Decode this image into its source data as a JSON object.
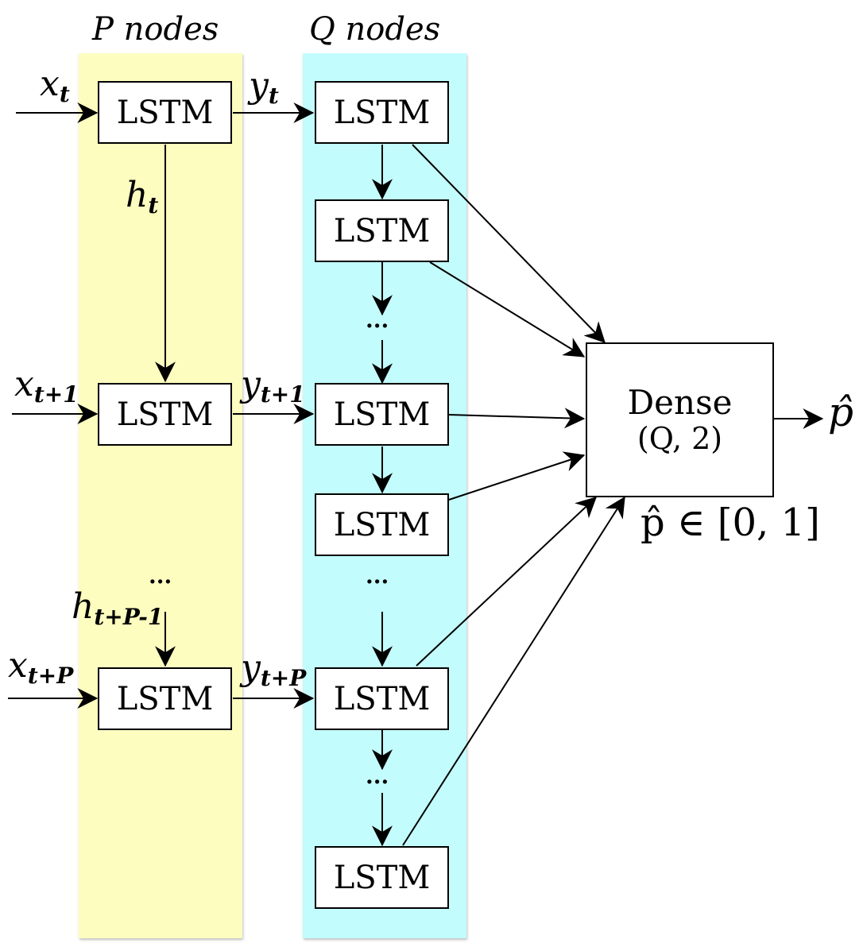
{
  "columns": {
    "p_title": "P nodes",
    "q_title": "Q nodes"
  },
  "lstm_label": "LSTM",
  "dense": {
    "name": "Dense",
    "params": "(Q, 2)"
  },
  "inputs": {
    "x_t": {
      "base": "x",
      "sub": "t"
    },
    "x_t1": {
      "base": "x",
      "sub": "t+1"
    },
    "x_tP": {
      "base": "x",
      "sub": "t+P"
    }
  },
  "outputs": {
    "y_t": {
      "base": "y",
      "sub": "t"
    },
    "y_t1": {
      "base": "y",
      "sub": "t+1"
    },
    "y_tP": {
      "base": "y",
      "sub": "t+P"
    }
  },
  "hidden": {
    "h_t": {
      "base": "h",
      "sub": "t"
    },
    "h_tP1": {
      "base": "h",
      "sub": "t+P-1"
    }
  },
  "ellipsis": "...",
  "result": {
    "symbol": "p̂",
    "range": "p̂ ∈ [0, 1]"
  }
}
